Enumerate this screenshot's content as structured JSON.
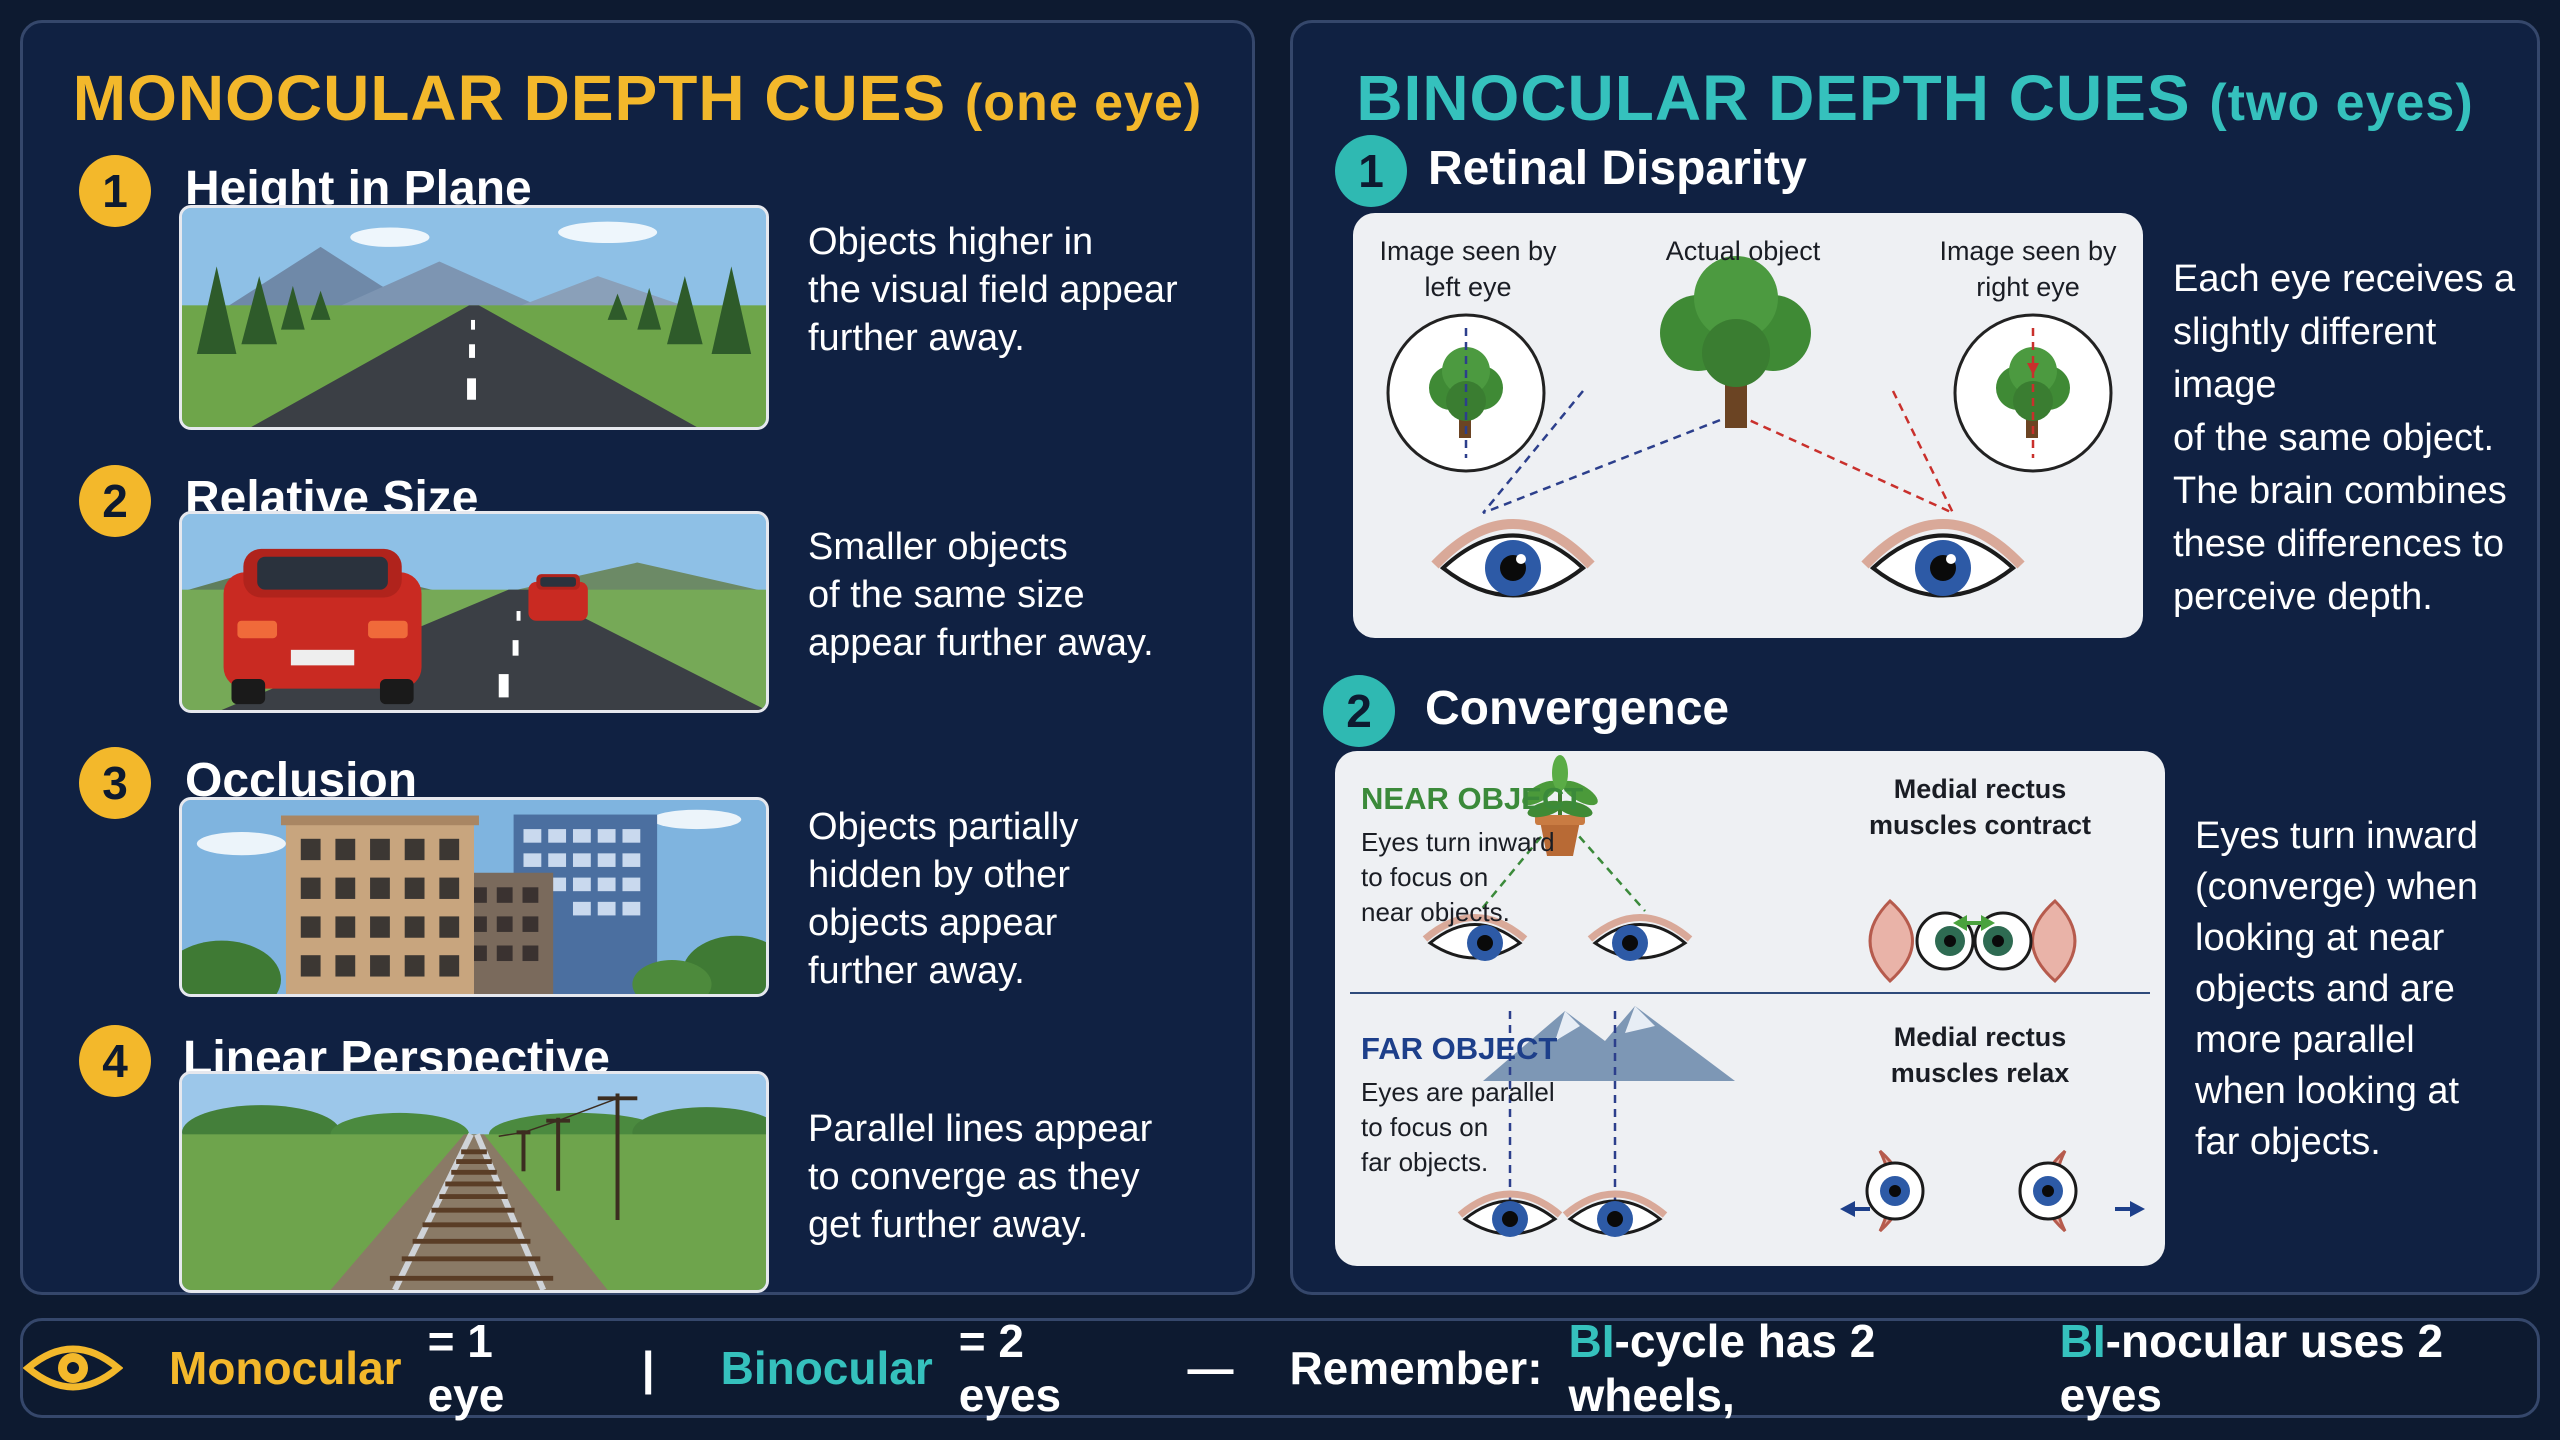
{
  "monocular": {
    "title": "MONOCULAR DEPTH CUES",
    "subtitle": "(one eye)",
    "accent": "#f3b82b",
    "cues": [
      {
        "number": "1",
        "heading": "Height in Plane",
        "lines": [
          "Objects higher in",
          "the visual field appear",
          "further away."
        ]
      },
      {
        "number": "2",
        "heading": "Relative Size",
        "lines": [
          "Smaller objects",
          "of the same size",
          "appear further away."
        ]
      },
      {
        "number": "3",
        "heading": "Occlusion",
        "lines": [
          "Objects partially",
          "hidden by other",
          "objects appear",
          "further away."
        ]
      },
      {
        "number": "4",
        "heading": "Linear Perspective",
        "lines": [
          "Parallel lines appear",
          "to converge as they",
          "get further away."
        ]
      }
    ]
  },
  "binocular": {
    "title": "BINOCULAR DEPTH CUES",
    "subtitle": "(two eyes)",
    "accent": "#2fb9b2",
    "disparity": {
      "number": "1",
      "heading": "Retinal Disparity",
      "labels": {
        "left": [
          "Image seen by",
          "left eye"
        ],
        "center": [
          "Actual object"
        ],
        "right": [
          "Image seen by",
          "right eye"
        ]
      },
      "lines": [
        "Each eye receives a",
        "slightly different image",
        "of the same object.",
        "The brain combines",
        "these differences to",
        "perceive depth."
      ]
    },
    "convergence": {
      "number": "2",
      "heading": "Convergence",
      "near": {
        "label": "NEAR OBJECT",
        "lines": [
          "Eyes turn inward",
          "to focus on",
          "near objects."
        ],
        "muscle": [
          "Medial rectus",
          "muscles contract"
        ]
      },
      "far": {
        "label": "FAR OBJECT",
        "lines": [
          "Eyes are parallel",
          "to focus on",
          "far objects."
        ],
        "muscle": [
          "Medial rectus",
          "muscles relax"
        ]
      },
      "lines": [
        "Eyes turn inward",
        "(converge) when",
        "looking at near",
        "objects and are",
        "more parallel",
        "when looking at",
        "far objects."
      ]
    }
  },
  "footer": {
    "mono_word": "Monocular",
    "mono_rest": "= 1 eye",
    "sep1": "|",
    "bino_word": "Binocular",
    "bino_rest": "= 2 eyes",
    "sep2": "—",
    "remember": "Remember:",
    "bi1": "BI",
    "cycle": "-cycle has 2 wheels,",
    "bi2": "BI",
    "nocular": "-nocular uses 2 eyes"
  }
}
